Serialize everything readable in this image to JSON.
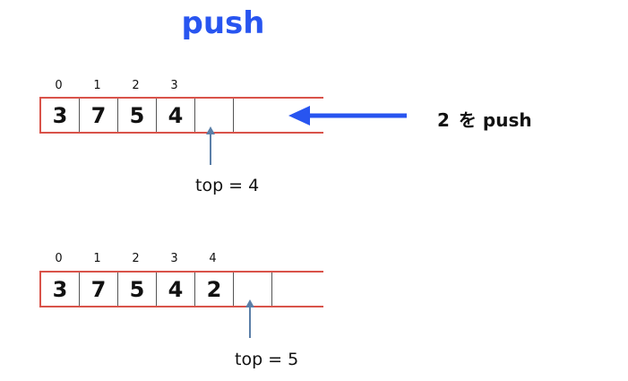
{
  "title": "push",
  "operation": {
    "value": "2",
    "text": "を push",
    "arrow_color": "#2855f0"
  },
  "before": {
    "indices": [
      "0",
      "1",
      "2",
      "3"
    ],
    "cells": [
      "3",
      "7",
      "5",
      "4",
      "",
      "",
      "",
      ""
    ],
    "top_label": "top = 4"
  },
  "after": {
    "indices": [
      "0",
      "1",
      "2",
      "3",
      "4"
    ],
    "cells": [
      "3",
      "7",
      "5",
      "4",
      "2",
      "",
      "",
      ""
    ],
    "top_label": "top = 5"
  },
  "colors": {
    "title": "#2855f0",
    "array_border": "#d9534a",
    "pointer": "#5b7fa8"
  }
}
